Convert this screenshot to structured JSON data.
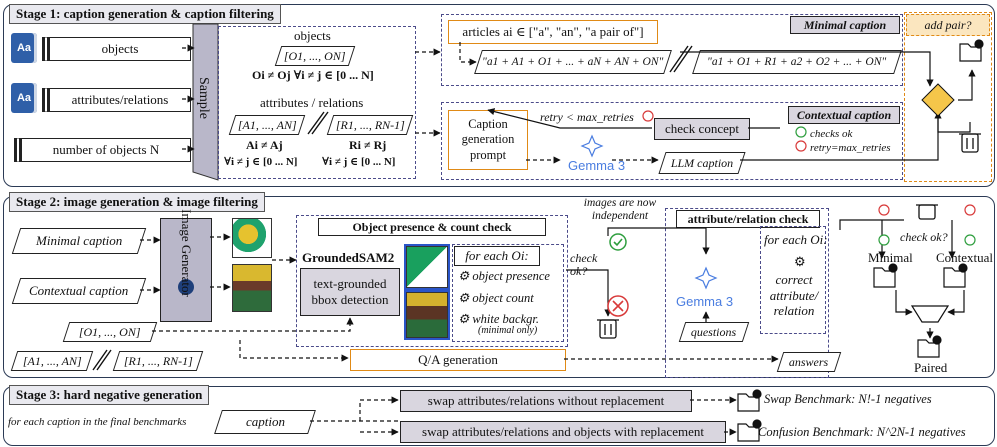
{
  "stage1": {
    "title": "Stage 1: caption generation & caption filtering",
    "inputs": [
      "objects",
      "attributes/relations",
      "number of objects N"
    ],
    "book_icon": "Aa",
    "sample": "Sample",
    "objects_label": "objects",
    "objects_set": "[O1, ..., ON]",
    "objects_cond": "Oi ≠ Oj ∀i ≠ j ∈ [0 ... N]",
    "attr_label": "attributes / relations",
    "attr_set": "[A1, ..., AN]",
    "rel_set": "[R1, ..., RN-1]",
    "attr_cond1": "Ai ≠ Aj",
    "attr_cond2": "∀i ≠ j ∈ [0 ... N]",
    "rel_cond1": "Ri ≠ Rj",
    "rel_cond2": "∀i ≠ j ∈ [0 ... N]",
    "articles": "articles ai ∈ [\"a\", \"an\", \"a pair of\"]",
    "minimal_caption_title": "Minimal caption",
    "minimal_formula1": "\"a1 + A1 + O1 + ... + aN + AN + ON\"",
    "minimal_formula2": "\"a1 + O1 + R1 + a2 + O2 + ... + ON\"",
    "add_pair": "add pair?",
    "contextual_caption_title": "Contextual caption",
    "retry": "retry < max_retries",
    "caption_prompt": "Caption generation prompt",
    "check_concept": "check concept",
    "checks_ok": "checks ok",
    "retry_max": "retry=max_retries",
    "gemma": "Gemma 3",
    "llm_caption": "LLM caption"
  },
  "stage2": {
    "title": "Stage 2: image generation & image filtering",
    "minimal_caption": "Minimal caption",
    "contextual_caption": "Contextual caption",
    "image_generator": "Image Generator",
    "obj_check_title": "Object presence & count check",
    "grounded_sam": "GroundedSAM2",
    "bbox": "text-grounded bbox detection",
    "for_each": "for each Oi:",
    "checks": [
      "object presence",
      "object count",
      "white backgr."
    ],
    "minimal_only": "(minimal only)",
    "check_ok": "check ok?",
    "independent": "images are now independent",
    "attr_check_title": "attribute/relation check",
    "gemma": "Gemma 3",
    "for_each2": "for each Oi:",
    "correct": "correct attribute/ relation",
    "questions": "questions",
    "answers": "answers",
    "qa": "Q/A generation",
    "objects_set": "[O1, ..., ON]",
    "attr_set": "[A1, ..., AN]",
    "rel_set": "[R1, ..., RN-1]",
    "check_ok2": "check ok?",
    "minimal": "Minimal",
    "contextual": "Contextual",
    "paired": "Paired"
  },
  "stage3": {
    "title": "Stage 3: hard negative generation",
    "for_each_caption": "for each caption in the final benchmarks",
    "caption": "caption",
    "swap1": "swap attributes/relations without replacement",
    "swap2": "swap attributes/relations and objects with replacement",
    "bench1": "Swap Benchmark: N!-1 negatives",
    "bench2": "Confusion Benchmark: N^2N-1 negatives"
  },
  "colors": {
    "stage_border": "#2b3a55",
    "orange": "#e08a16",
    "diamond": "#f5c64a",
    "ok": "#2e9e3e",
    "fail": "#d83a3a",
    "gemma": "#4a7de0"
  }
}
